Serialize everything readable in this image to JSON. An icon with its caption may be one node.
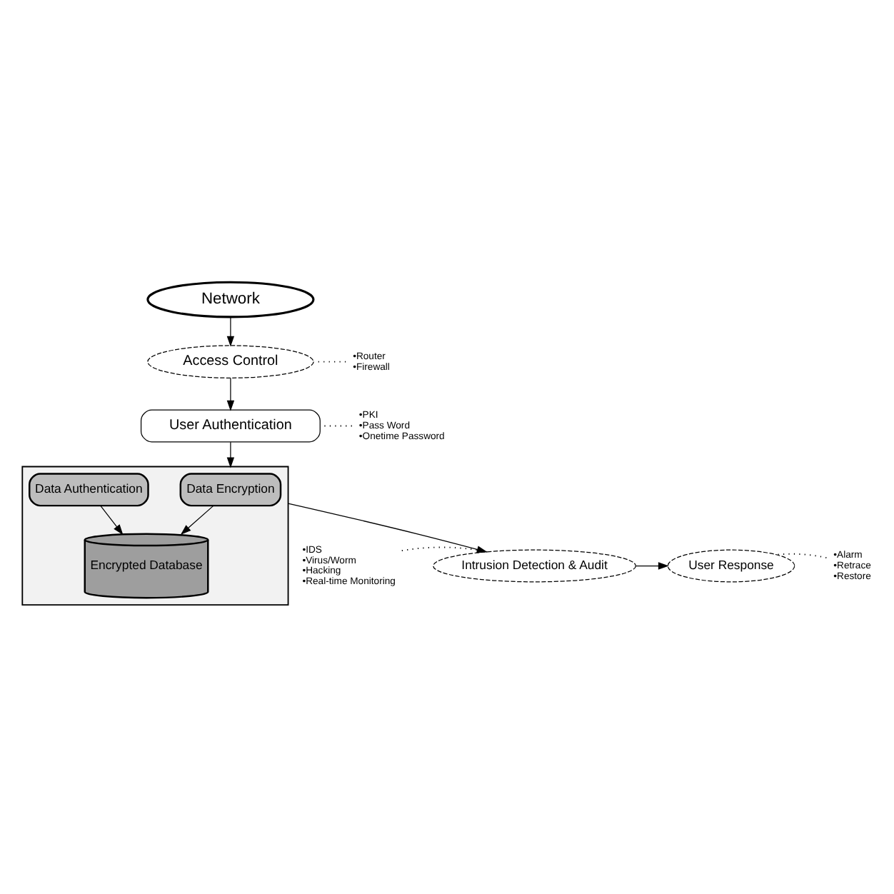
{
  "diagram": {
    "nodes": [
      {
        "text": [
          "Network"
        ]
      },
      {
        "text": [
          "Access Control"
        ]
      },
      {
        "text": [
          "•Router",
          "•Firewall"
        ]
      },
      {
        "text": [
          "User Authentication"
        ]
      },
      {
        "text": [
          "•PKI",
          "•Pass Word",
          "•Onetime Password"
        ]
      },
      {
        "text": [],
        "shape": "box"
      },
      {
        "text": [
          "Data Encryption"
        ],
        "in": 5
      },
      {
        "text": [
          "Data Authentication"
        ],
        "in": 5
      },
      {
        "text": [
          "Encrypted Database"
        ],
        "in": 5
      },
      {
        "text": [
          "Intrusion Detection & Audit"
        ]
      },
      {
        "text": [
          "•IDS",
          "•Virus/Worm",
          "•Hacking",
          "•Real-time Monitoring"
        ]
      },
      {
        "text": [
          "User Response"
        ]
      },
      {
        "text": [
          "•Alarm",
          "•Retrace",
          "•Restore"
        ]
      }
    ],
    "edges": [
      {
        "from": 0,
        "to": 1,
        "arrow": "to"
      },
      {
        "from": 1,
        "to": 3,
        "arrow": "to"
      },
      {
        "from": 3,
        "to": 5,
        "arrow": "to"
      },
      {
        "from": 6,
        "to": 8,
        "arrow": "to"
      },
      {
        "from": 7,
        "to": 8,
        "arrow": "to"
      },
      {
        "from": 5,
        "to": 9,
        "arrow": "to"
      },
      {
        "from": 9,
        "to": 11,
        "arrow": "to"
      },
      {
        "from": 2,
        "to": 1,
        "arrow": "none",
        "style": "dashed"
      },
      {
        "from": 4,
        "to": 3,
        "arrow": "none",
        "style": "dashed"
      },
      {
        "from": 10,
        "to": 9,
        "arrow": "none",
        "style": "dashed"
      },
      {
        "from": 12,
        "to": 11,
        "arrow": "none",
        "style": "dashed"
      }
    ]
  }
}
